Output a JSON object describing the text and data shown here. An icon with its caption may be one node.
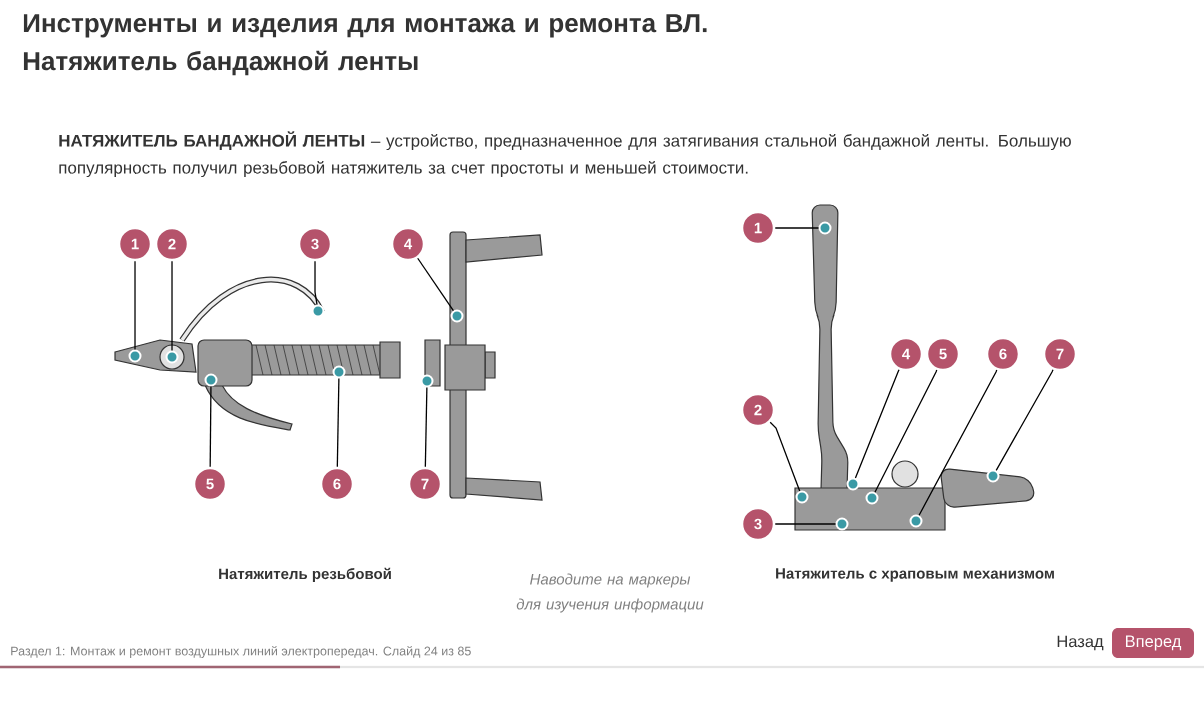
{
  "diagram": {
    "title": "Инструменты и изделия для монтажа и ремонта ВЛ. Натяжитель бандажной ленты",
    "nodes": [
      {
        "text": [
          "1"
        ]
      },
      {
        "text": [],
        "shape": "circle"
      },
      {
        "text": [
          "2"
        ]
      },
      {
        "text": [],
        "shape": "circle"
      },
      {
        "text": [
          "3"
        ]
      },
      {
        "text": [],
        "shape": "circle"
      },
      {
        "text": [
          "4"
        ]
      },
      {
        "text": [],
        "shape": "circle"
      },
      {
        "text": [
          "5"
        ]
      },
      {
        "text": [],
        "shape": "circle"
      },
      {
        "text": [
          "6"
        ]
      },
      {
        "text": [],
        "shape": "circle"
      },
      {
        "text": [
          "7"
        ]
      },
      {
        "text": [],
        "shape": "circle"
      },
      {
        "text": [
          "1"
        ]
      },
      {
        "text": [],
        "shape": "circle"
      },
      {
        "text": [
          "2"
        ]
      },
      {
        "text": [],
        "shape": "circle"
      },
      {
        "text": [
          "3"
        ]
      },
      {
        "text": [],
        "shape": "circle"
      },
      {
        "text": [
          "4"
        ]
      },
      {
        "text": [],
        "shape": "circle"
      },
      {
        "text": [
          "5"
        ]
      },
      {
        "text": [],
        "shape": "circle"
      },
      {
        "text": [
          "6"
        ]
      },
      {
        "text": [],
        "shape": "circle"
      },
      {
        "text": [
          "7"
        ]
      },
      {
        "text": [],
        "shape": "circle"
      }
    ],
    "edges": [
      {
        "from": 0,
        "to": 1,
        "arrow": "none"
      },
      {
        "from": 2,
        "to": 3,
        "arrow": "none"
      },
      {
        "from": 4,
        "to": 5,
        "arrow": "none"
      },
      {
        "from": 6,
        "to": 7,
        "arrow": "none"
      },
      {
        "from": 8,
        "to": 9,
        "arrow": "none"
      },
      {
        "from": 10,
        "to": 11,
        "arrow": "none"
      },
      {
        "from": 12,
        "to": 13,
        "arrow": "none"
      },
      {
        "from": 14,
        "to": 15,
        "arrow": "none"
      },
      {
        "from": 16,
        "to": 17,
        "arrow": "none"
      },
      {
        "from": 18,
        "to": 19,
        "arrow": "none"
      },
      {
        "from": 20,
        "to": 21,
        "arrow": "none"
      },
      {
        "from": 22,
        "to": 23,
        "arrow": "none"
      },
      {
        "from": 24,
        "to": 25,
        "arrow": "none"
      },
      {
        "from": 26,
        "to": 27,
        "arrow": "none"
      }
    ],
    "labels": [
      "**НАТЯЖИТЕЛЬ БАНДАЖНОЙ ЛЕНТЫ** – устройство, предназначенное для затягивания стальной бандажной ленты. Большую популярность получил резьбовой натяжитель за счет простоты и меньшей стоимости.",
      "Натяжитель резьбовой",
      "Наводите на маркеры для изучения информации",
      "Натяжитель с храповым механизмом",
      "Раздел 1: Монтаж и ремонт воздушных линий электропередач. Слайд 24 из 85",
      "Назад",
      "Вперед"
    ]
  }
}
